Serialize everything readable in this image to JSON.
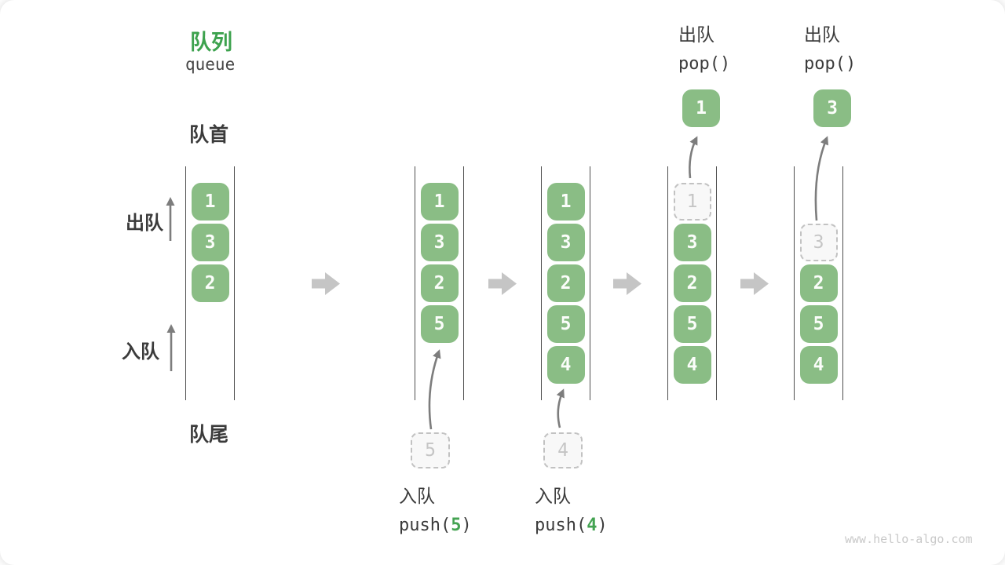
{
  "header": {
    "title_zh": "队列",
    "title_en": "queue"
  },
  "side_labels": {
    "front": "队首",
    "rear": "队尾",
    "dequeue": "出队",
    "enqueue": "入队"
  },
  "colors": {
    "title_green": "#3da24e",
    "box_green": "#8abd85",
    "code_arg_green": "#44a352",
    "block_arrow_gray": "#c5c5c5",
    "thin_arrow_gray": "#7d7d7d",
    "wall_gray": "#4f4f4f",
    "dashed_gray": "#c2c2c2",
    "text_dark": "#3b3b3b"
  },
  "queues": [
    {
      "cells": [
        {
          "value": "1",
          "slot": 0,
          "variant": "solid"
        },
        {
          "value": "3",
          "slot": 1,
          "variant": "solid"
        },
        {
          "value": "2",
          "slot": 2,
          "variant": "solid"
        }
      ]
    },
    {
      "cells": [
        {
          "value": "1",
          "slot": 0,
          "variant": "solid"
        },
        {
          "value": "3",
          "slot": 1,
          "variant": "solid"
        },
        {
          "value": "2",
          "slot": 2,
          "variant": "solid"
        },
        {
          "value": "5",
          "slot": 3,
          "variant": "solid"
        }
      ],
      "staging": "5"
    },
    {
      "cells": [
        {
          "value": "1",
          "slot": 0,
          "variant": "solid"
        },
        {
          "value": "3",
          "slot": 1,
          "variant": "solid"
        },
        {
          "value": "2",
          "slot": 2,
          "variant": "solid"
        },
        {
          "value": "5",
          "slot": 3,
          "variant": "solid"
        },
        {
          "value": "4",
          "slot": 4,
          "variant": "solid"
        }
      ],
      "staging": "4"
    },
    {
      "cells": [
        {
          "value": "1",
          "slot": 0,
          "variant": "dashed"
        },
        {
          "value": "3",
          "slot": 1,
          "variant": "solid"
        },
        {
          "value": "2",
          "slot": 2,
          "variant": "solid"
        },
        {
          "value": "5",
          "slot": 3,
          "variant": "solid"
        },
        {
          "value": "4",
          "slot": 4,
          "variant": "solid"
        }
      ],
      "popped": "1",
      "op_zh": "出队",
      "op_code": "pop()"
    },
    {
      "cells": [
        {
          "value": "3",
          "slot": 1,
          "variant": "dashed"
        },
        {
          "value": "2",
          "slot": 2,
          "variant": "solid"
        },
        {
          "value": "5",
          "slot": 3,
          "variant": "solid"
        },
        {
          "value": "4",
          "slot": 4,
          "variant": "solid"
        }
      ],
      "popped": "3",
      "op_zh": "出队",
      "op_code": "pop()"
    }
  ],
  "enqueue_ops": [
    {
      "zh": "入队",
      "code_before": "push(",
      "arg": "5",
      "code_after": ")"
    },
    {
      "zh": "入队",
      "code_before": "push(",
      "arg": "4",
      "code_after": ")"
    }
  ],
  "watermark": "www.hello-algo.com"
}
